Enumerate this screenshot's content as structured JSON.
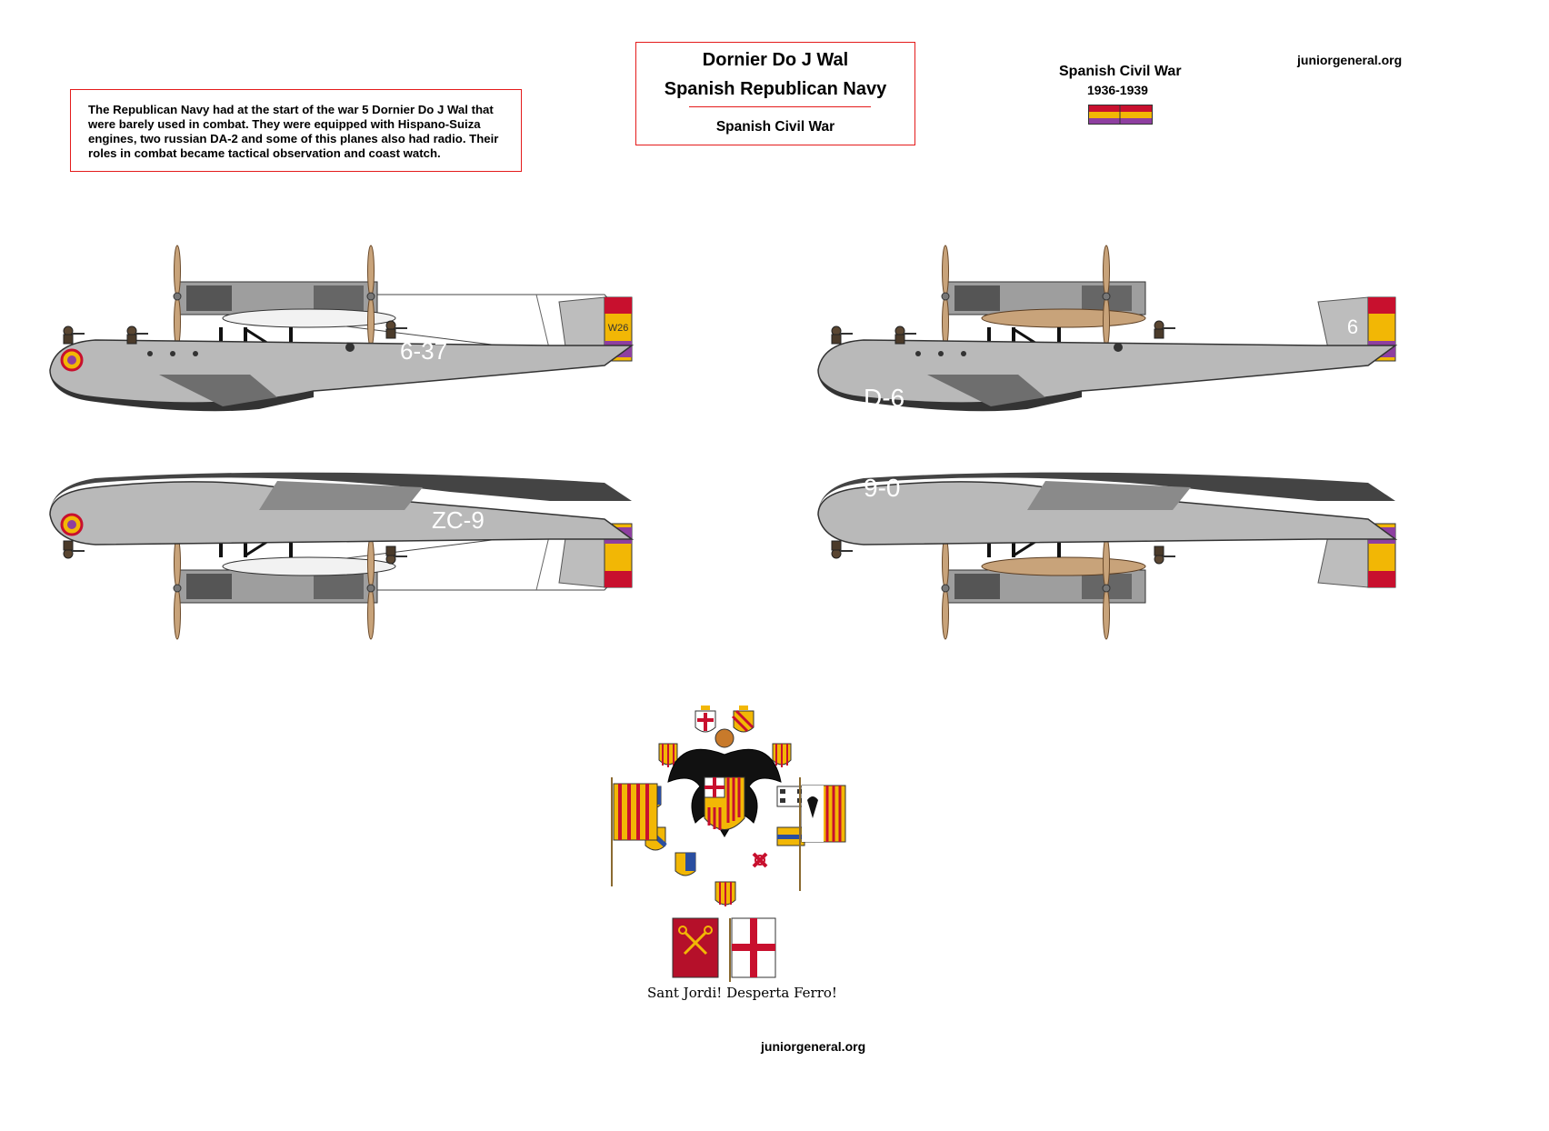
{
  "description": "The Republican Navy had at the start of the war 5 Dornier Do J Wal that were barely used in combat. They were equipped with Hispano-Suiza engines, two russian DA-2 and some of this planes also had radio. Their roles in combat became tactical observation and coast watch.",
  "title": {
    "line1": "Dornier Do J Wal",
    "line2": "Spanish Republican Navy",
    "line3": "Spanish Civil War"
  },
  "header_right": {
    "war": "Spanish Civil War",
    "years": "1936-1939",
    "site": "juniorgeneral.org"
  },
  "footer": {
    "motto": "Sant Jordi! Desperta Ferro!",
    "site": "juniorgeneral.org"
  },
  "planes": {
    "left_top_code": "6-37",
    "left_bottom_code": "ZC-9",
    "left_tail_code": "W26",
    "right_top_code": "D-6",
    "right_bottom_code": "9-0",
    "right_tail_code": "6"
  },
  "colors": {
    "border": "#e41b1b",
    "hull": "#b9b9b9",
    "hull_dark": "#6e6e6e",
    "hull_black": "#333333",
    "wing_light": "#f2f2f2",
    "wing_tan": "#c8a37a",
    "republic_red": "#c8102e",
    "republic_yellow": "#f2b705",
    "republic_purple": "#8e3fa0"
  }
}
